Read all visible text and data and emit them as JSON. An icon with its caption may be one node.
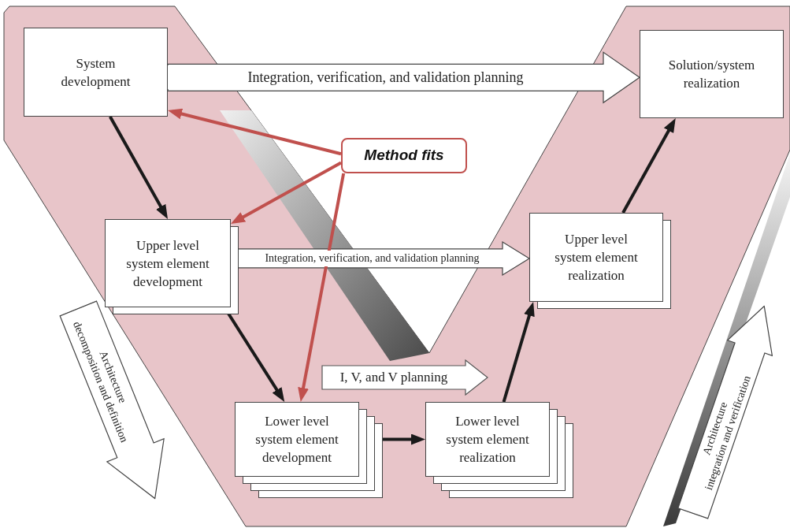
{
  "diagram": {
    "nodes": [
      {
        "text": [
          "System development"
        ]
      },
      {
        "text": [
          "Solution/system realization"
        ]
      },
      {
        "text": [
          "Upper level system element development"
        ]
      },
      {
        "text": [
          "Upper level system element realization"
        ]
      },
      {
        "text": [
          "Lower level system element development"
        ]
      },
      {
        "text": [
          "Lower level system element realization"
        ]
      },
      {
        "text": [
          "Method fits"
        ]
      },
      {
        "text": [
          "I, V, and V planning"
        ]
      },
      {
        "text": [
          "Architecture",
          "decomposition and definition"
        ]
      },
      {
        "text": [
          "Architecture",
          "integration and verification"
        ]
      }
    ],
    "edges": [
      {
        "from": 0,
        "to": 1,
        "arrow": "to",
        "label": "Integration, verification, and validation planning"
      },
      {
        "from": 2,
        "to": 3,
        "arrow": "to",
        "label": "Integration, verification, and validation planning"
      },
      {
        "from": 0,
        "to": 2,
        "arrow": "to"
      },
      {
        "from": 2,
        "to": 4,
        "arrow": "to"
      },
      {
        "from": 4,
        "to": 5,
        "arrow": "to"
      },
      {
        "from": 5,
        "to": 3,
        "arrow": "to"
      },
      {
        "from": 3,
        "to": 1,
        "arrow": "to"
      },
      {
        "from": 6,
        "to": 0,
        "arrow": "to",
        "color": "#c0504d"
      },
      {
        "from": 6,
        "to": 2,
        "arrow": "to",
        "color": "#c0504d"
      },
      {
        "from": 6,
        "to": 4,
        "arrow": "to",
        "color": "#c0504d"
      }
    ]
  }
}
